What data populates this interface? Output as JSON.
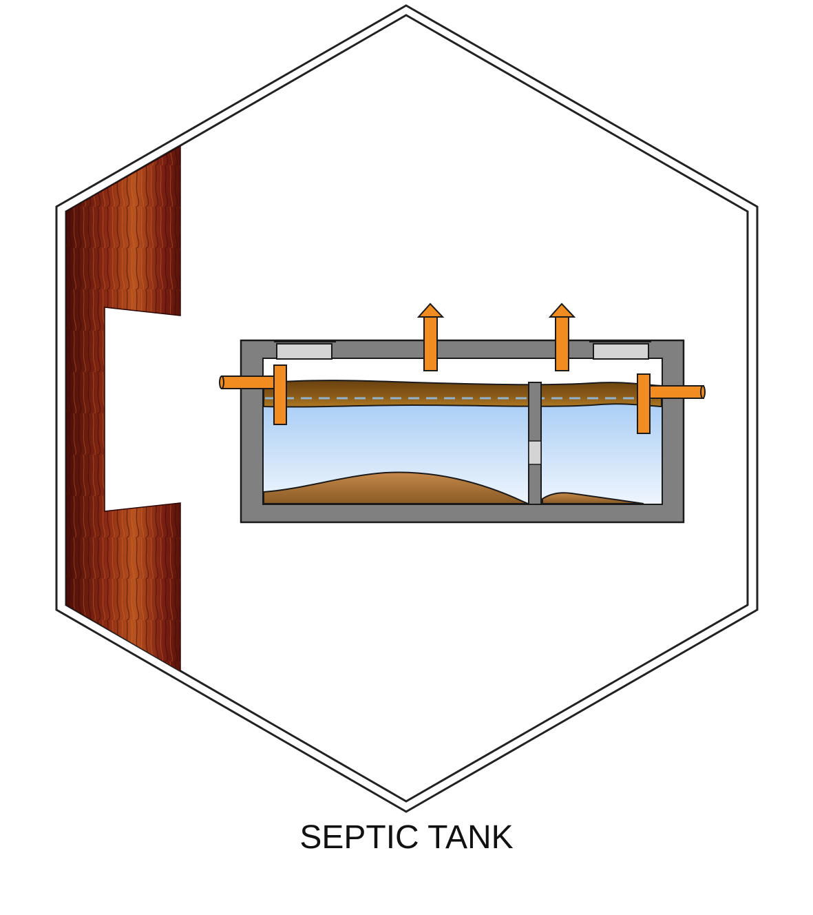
{
  "diagram": {
    "caption": "SEPTIC TANK",
    "colors": {
      "frame": "#222222",
      "wood": "#7a1f12",
      "wood_dark": "#4a0d08",
      "wood_light": "#b8521e",
      "concrete": "#808080",
      "concrete_stroke": "#1a1a1a",
      "pipe": "#f08c20",
      "scum": "#7a4d12",
      "scum_light": "#a8731e",
      "water_top": "#a9cdf5",
      "water_bottom": "#e8f2fc",
      "sludge_top": "#c4884a",
      "sludge_bottom": "#8a5a24",
      "lid": "#d4d4d4",
      "water_line": "#8fb3cf"
    },
    "icons": [
      "hexagon-frame",
      "wood-wall",
      "septic-tank",
      "vent-arrow",
      "inlet-pipe",
      "outlet-pipe",
      "baffle"
    ]
  }
}
